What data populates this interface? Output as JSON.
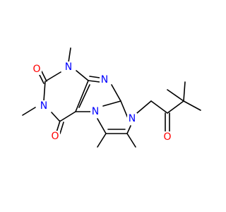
{
  "molecule": {
    "colors": {
      "bond": "#000000",
      "nitrogen": "#0000ff",
      "oxygen": "#ff0000",
      "background": "#ffffff"
    },
    "atoms": [
      {
        "id": "O1",
        "label": "O",
        "element": "oxygen"
      },
      {
        "id": "N1",
        "label": "N",
        "element": "nitrogen"
      },
      {
        "id": "N3",
        "label": "N",
        "element": "nitrogen"
      },
      {
        "id": "N_im1",
        "label": "N",
        "element": "nitrogen"
      },
      {
        "id": "N_im2",
        "label": "N",
        "element": "nitrogen"
      },
      {
        "id": "N_pyr",
        "label": "N",
        "element": "nitrogen"
      },
      {
        "id": "O2",
        "label": "O",
        "element": "oxygen"
      },
      {
        "id": "O3",
        "label": "O",
        "element": "oxygen"
      }
    ]
  }
}
